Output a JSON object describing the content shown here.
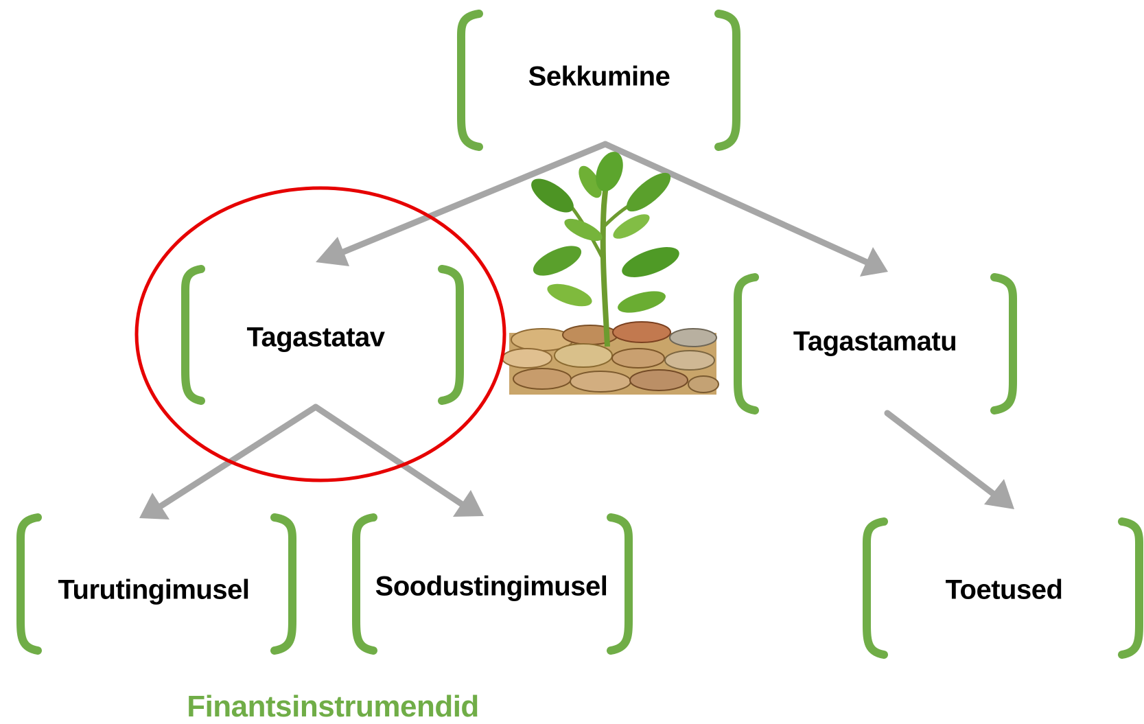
{
  "nodes": {
    "root": "Sekkumine",
    "left": "Tagastatav",
    "right": "Tagastamatu",
    "left_child_1": "Turutingimusel",
    "left_child_2": "Soodustingimusel",
    "right_child": "Toetused"
  },
  "caption": "Finantsinstrumendid",
  "image": {
    "icon": "plant-growing-from-coins"
  },
  "colors": {
    "bracket": "#70ad47",
    "arrow": "#a6a6a6",
    "highlight": "#e60000",
    "caption": "#70ad47",
    "text": "#000000"
  }
}
